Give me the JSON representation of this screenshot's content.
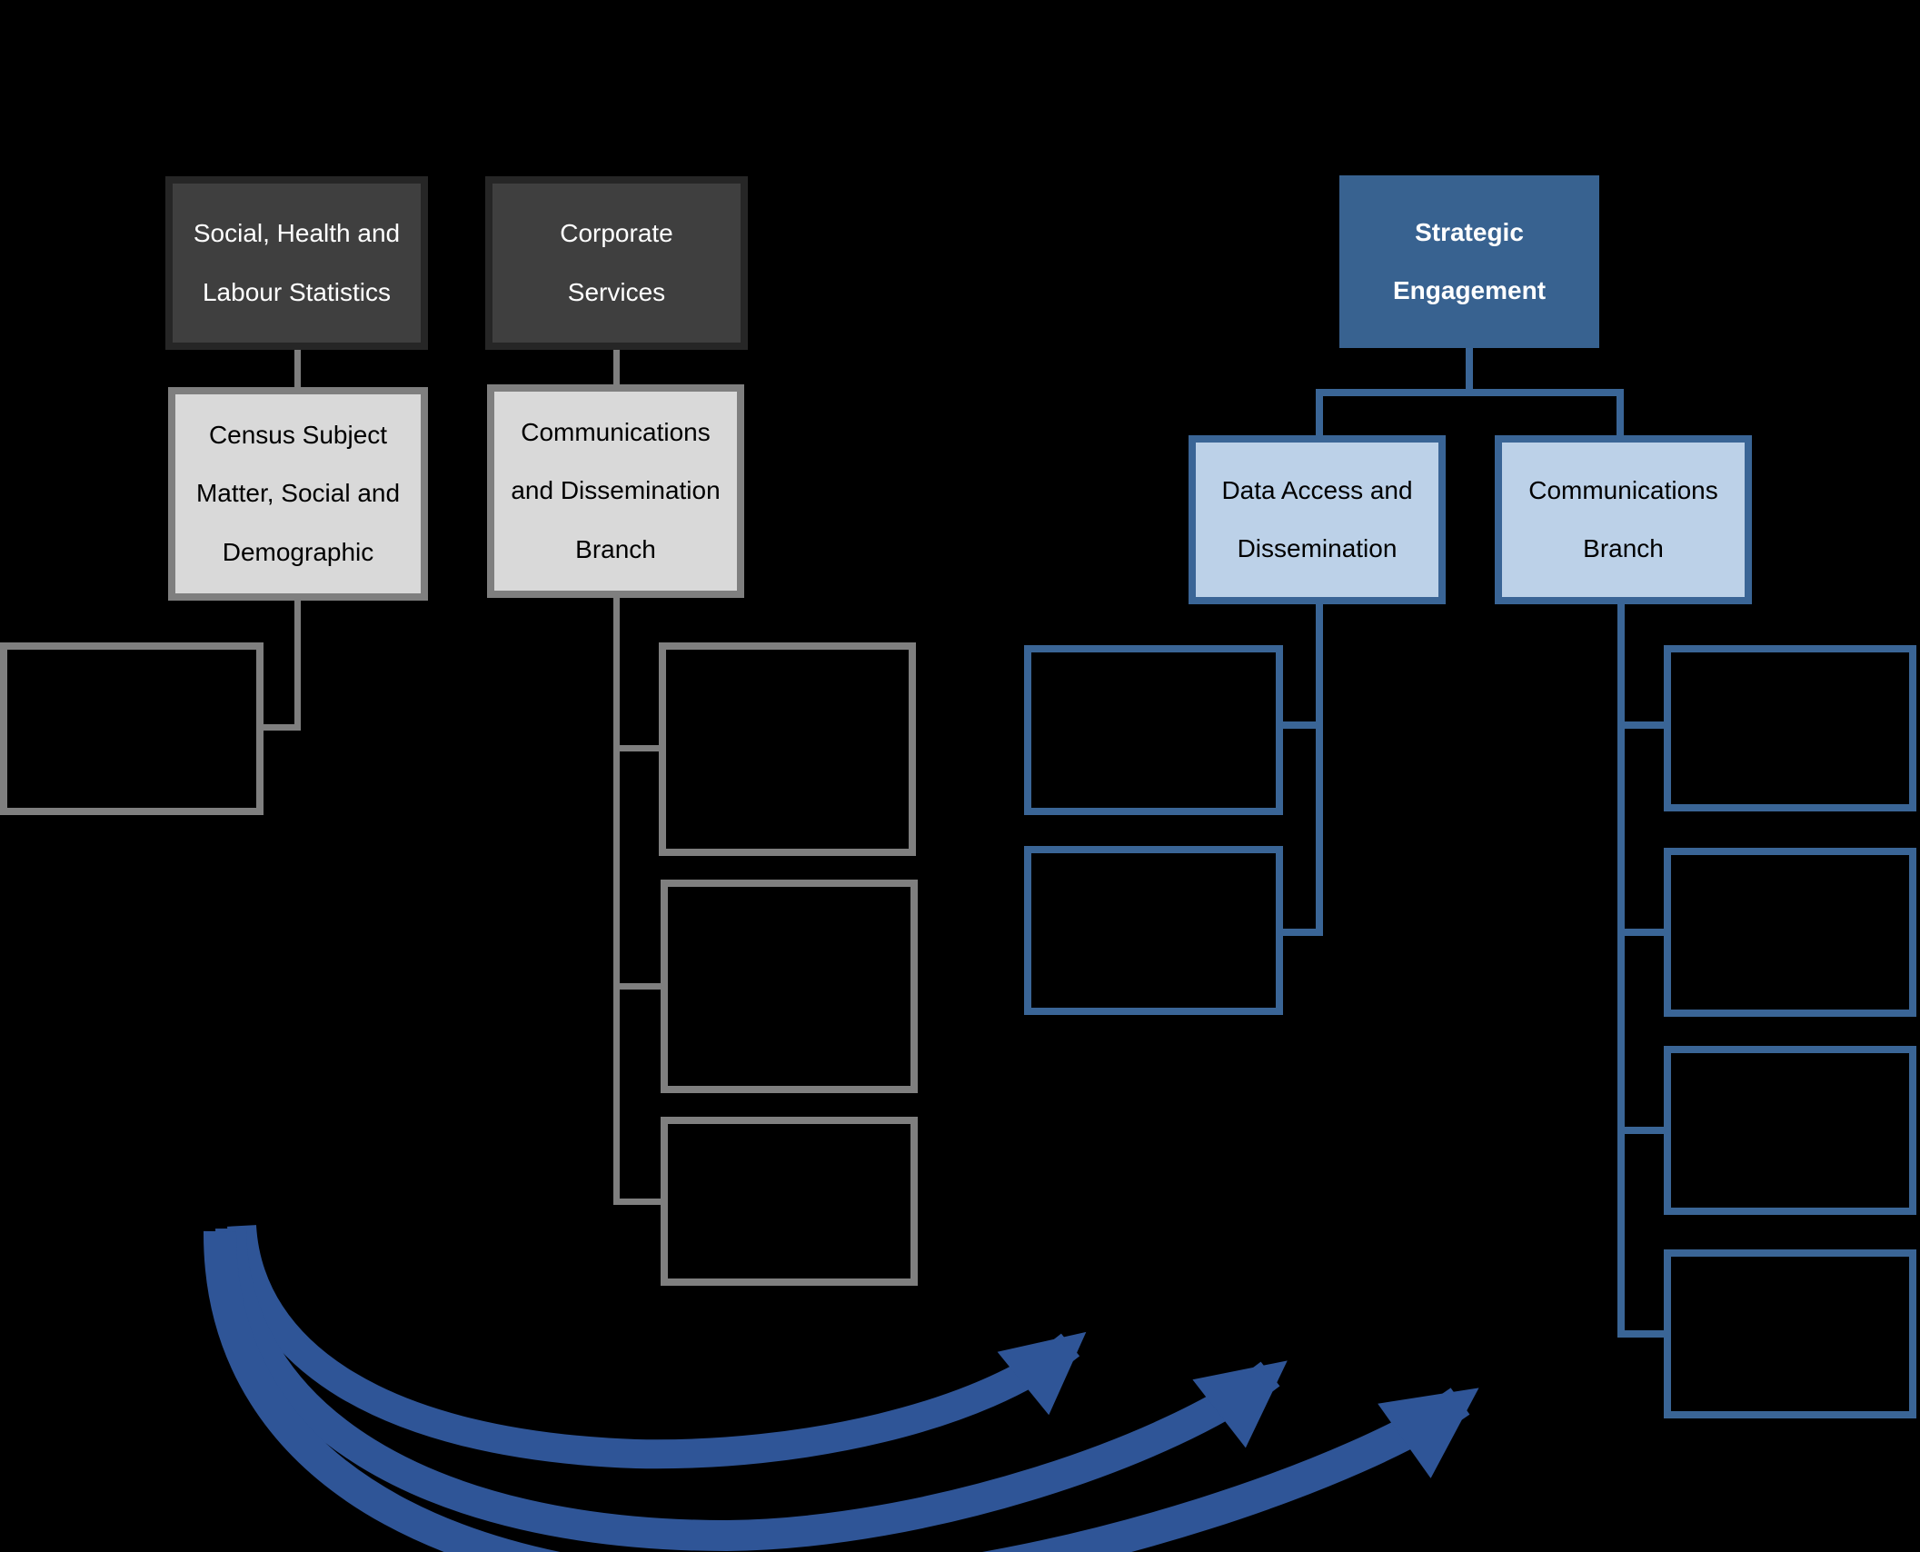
{
  "diagram_type": "organizational-chart",
  "boxes": {
    "social_health_labour": "Social, Health and\nLabour Statistics",
    "corporate_services": "Corporate\nServices",
    "census_subject_matter": "Census Subject\nMatter, Social and\nDemographic",
    "communications_dissemination_branch": "Communications\nand Dissemination\nBranch",
    "strategic_engagement": "Strategic\nEngagement",
    "data_access_dissemination": "Data Access and\nDissemination",
    "communications_branch": "Communications\nBranch"
  },
  "placeholder_boxes": {
    "under_census_subject_matter": 1,
    "under_communications_dissemination_branch": 3,
    "under_data_access_dissemination": 2,
    "under_communications_branch": 4
  },
  "arrows": {
    "count": 3,
    "description": "three curved swoosh arrows sweeping from lower left up toward the blue column"
  },
  "colors": {
    "bg": "#000000",
    "dark_box_fill": "#3F3F3F",
    "dark_box_border": "#262626",
    "light_gray_fill": "#D9D9D9",
    "gray_border": "#7F7F7F",
    "blue_box_fill": "#386290",
    "light_blue_fill": "#BCD1E8",
    "blue_border": "#3A6596",
    "arrow_blue": "#2F5597"
  }
}
